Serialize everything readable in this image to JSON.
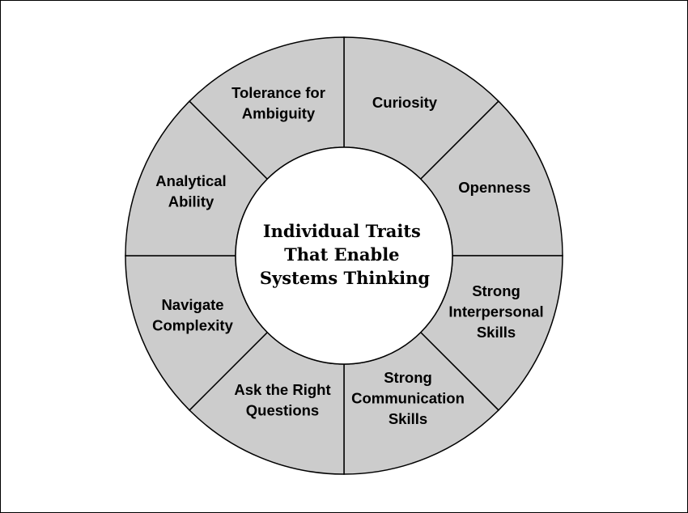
{
  "title": [
    "Individual Traits",
    "That Enable",
    "Systems Thinking"
  ],
  "segments": [
    {
      "lines": [
        "Curiosity"
      ]
    },
    {
      "lines": [
        "Openness"
      ]
    },
    {
      "lines": [
        "Strong",
        "Interpersonal",
        "Skills"
      ]
    },
    {
      "lines": [
        "Strong",
        "Communication",
        "Skills"
      ]
    },
    {
      "lines": [
        "Ask the Right",
        "Questions"
      ]
    },
    {
      "lines": [
        "Navigate",
        "Complexity"
      ]
    },
    {
      "lines": [
        "Analytical",
        "Ability"
      ]
    },
    {
      "lines": [
        "Tolerance for",
        "Ambiguity"
      ]
    }
  ],
  "colors": {
    "ring_fill": "#cccccc",
    "center_fill": "#ffffff",
    "stroke": "#000000"
  }
}
